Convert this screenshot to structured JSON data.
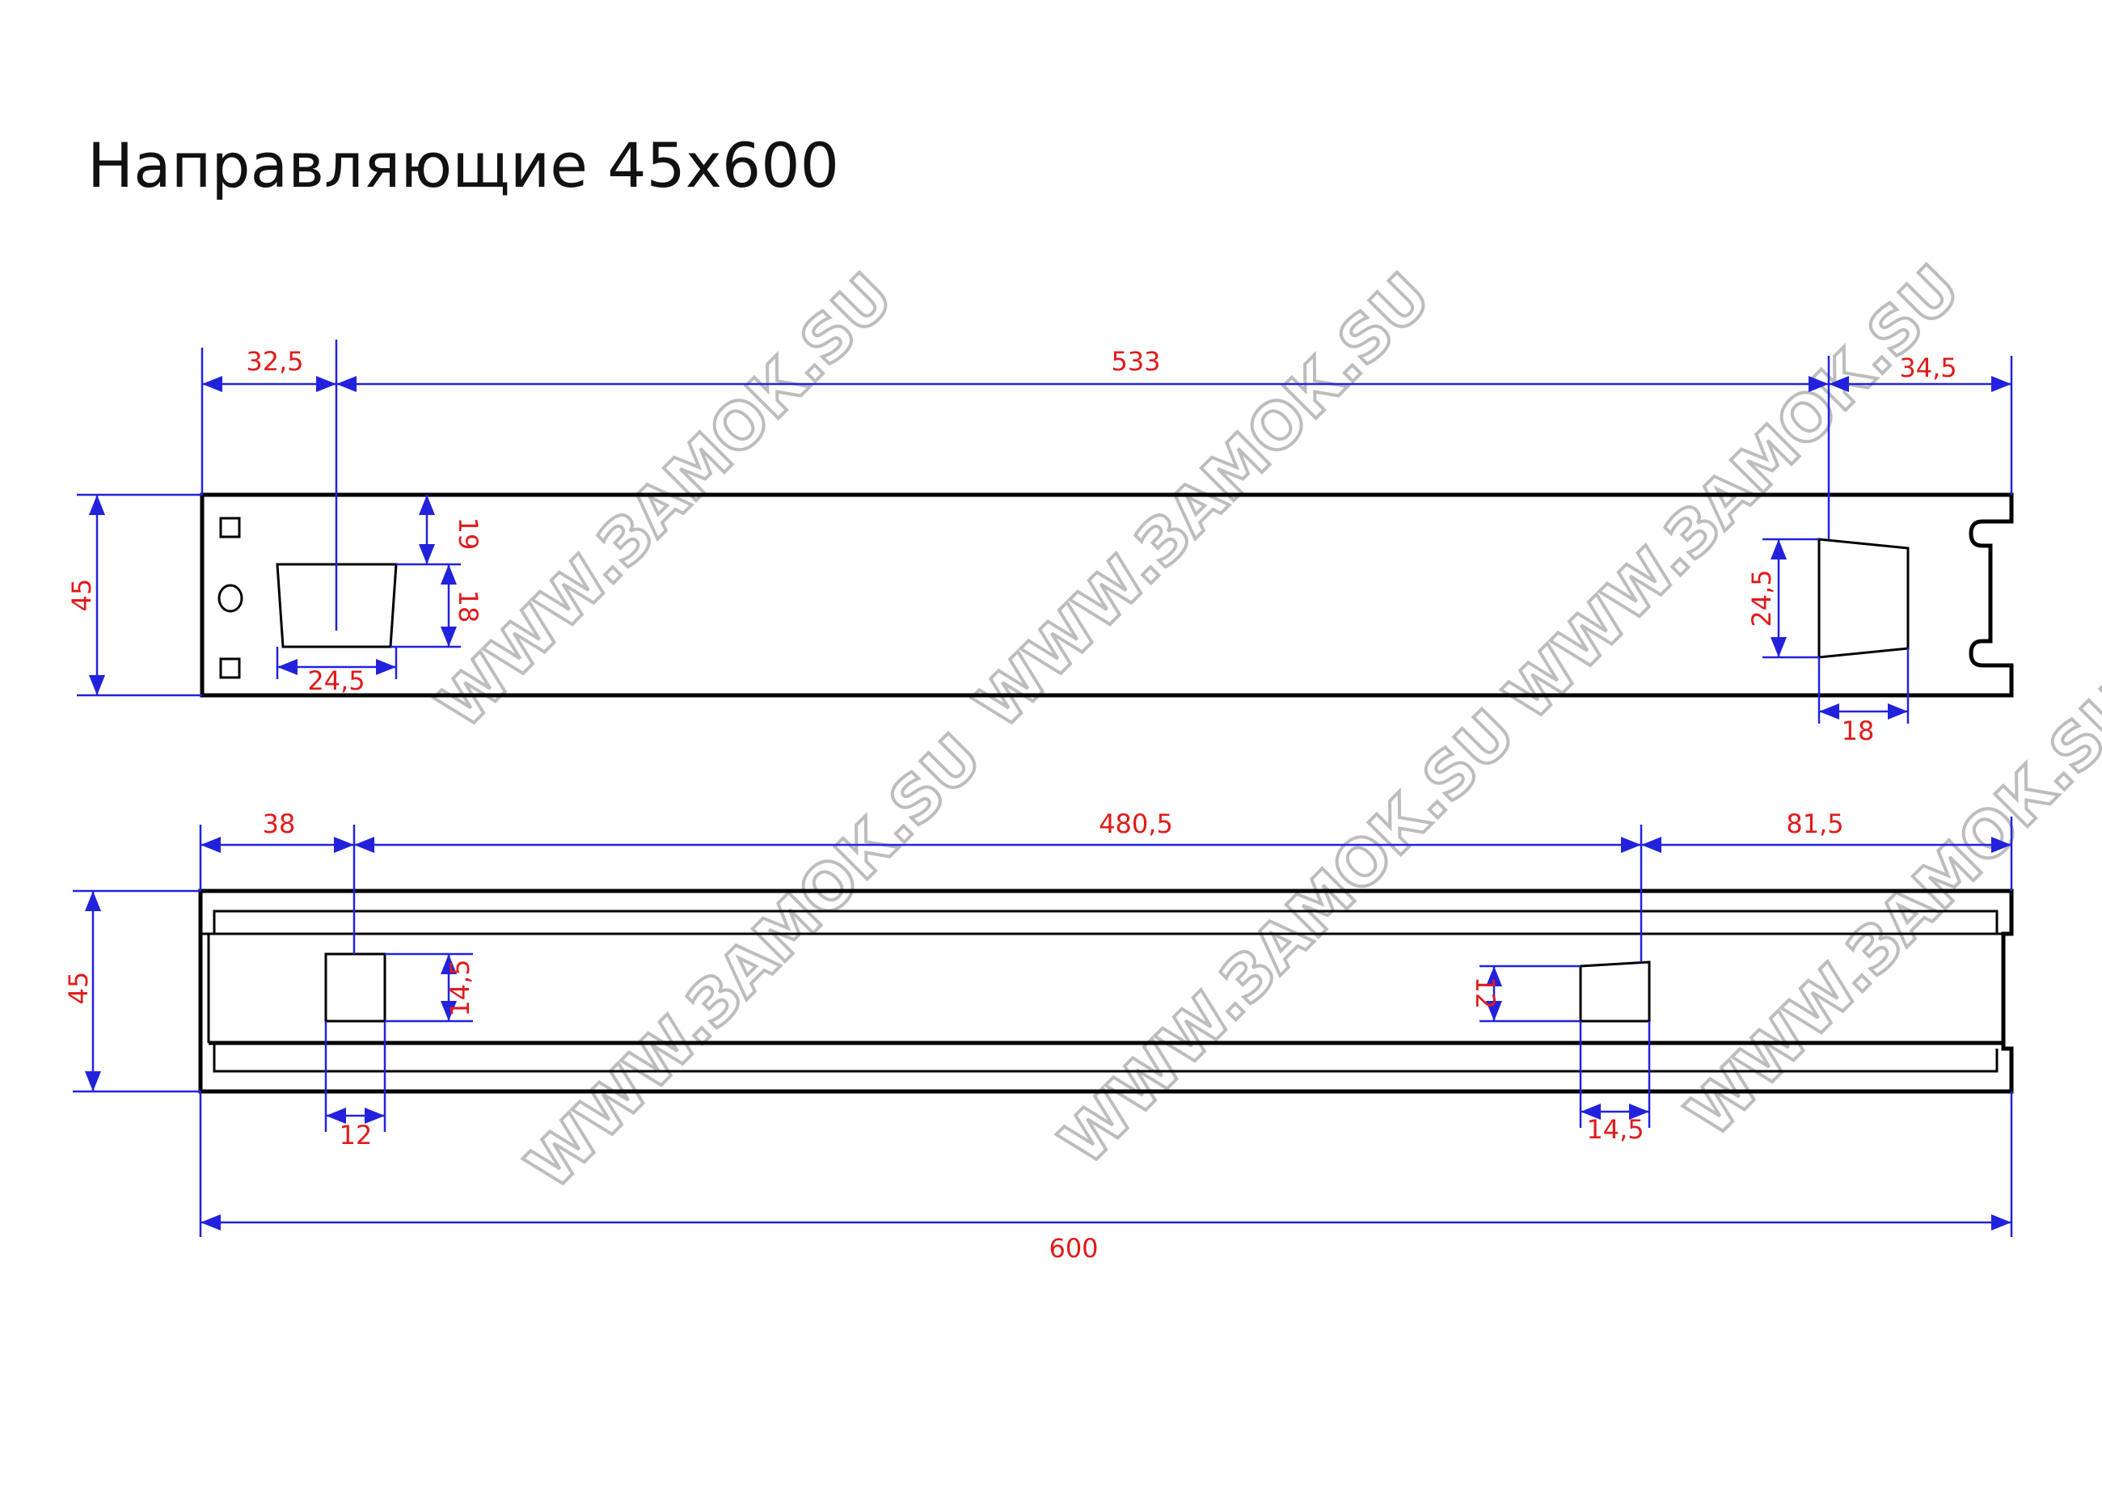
{
  "title": "Направляющие 45x600",
  "watermark": "WWW.ЗАМОК.SU",
  "colors": {
    "dimension_line": "#2222dd",
    "dimension_text": "#e01b1b",
    "outline": "#000000",
    "watermark": "#bdbdbd"
  },
  "top_view": {
    "dims": {
      "left_offset": "32,5",
      "span": "533",
      "right_offset": "34,5",
      "height": "45",
      "slot_top_gap": "19",
      "slot_height": "18",
      "slot_width": "24,5",
      "right_slot_height": "24,5",
      "right_slot_depth": "18"
    }
  },
  "side_view": {
    "dims": {
      "left_offset": "38",
      "span": "480,5",
      "right_offset": "81,5",
      "height": "45",
      "left_slot_height": "14,5",
      "left_slot_width": "12",
      "right_slot_height": "12",
      "right_slot_width": "14,5"
    }
  },
  "overall_length": "600"
}
